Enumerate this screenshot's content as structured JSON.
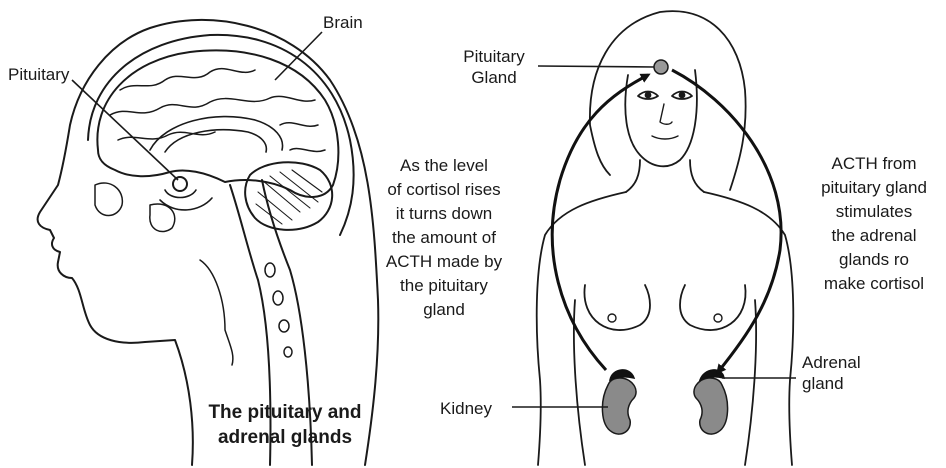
{
  "labels": {
    "brain": "Brain",
    "pituitary": "Pituitary",
    "pituitary_gland": [
      "Pituitary",
      "Gland"
    ],
    "kidney": "Kidney",
    "adrenal_gland": [
      "Adrenal",
      "gland"
    ]
  },
  "notes": {
    "feedback": [
      "As the level",
      "of cortisol rises",
      "it turns down",
      "the amount of",
      "ACTH made by",
      "the pituitary",
      "gland"
    ],
    "stimulation": [
      "ACTH from",
      "pituitary gland",
      "stimulates",
      "the adrenal",
      "glands ro",
      "make cortisol"
    ]
  },
  "title": [
    "The pituitary and",
    "adrenal glands"
  ],
  "colors": {
    "line": "#1a1a1a",
    "kidney": "#8a8a8a",
    "adrenal_cap": "#111111",
    "pituitary_dot": "#999999"
  }
}
